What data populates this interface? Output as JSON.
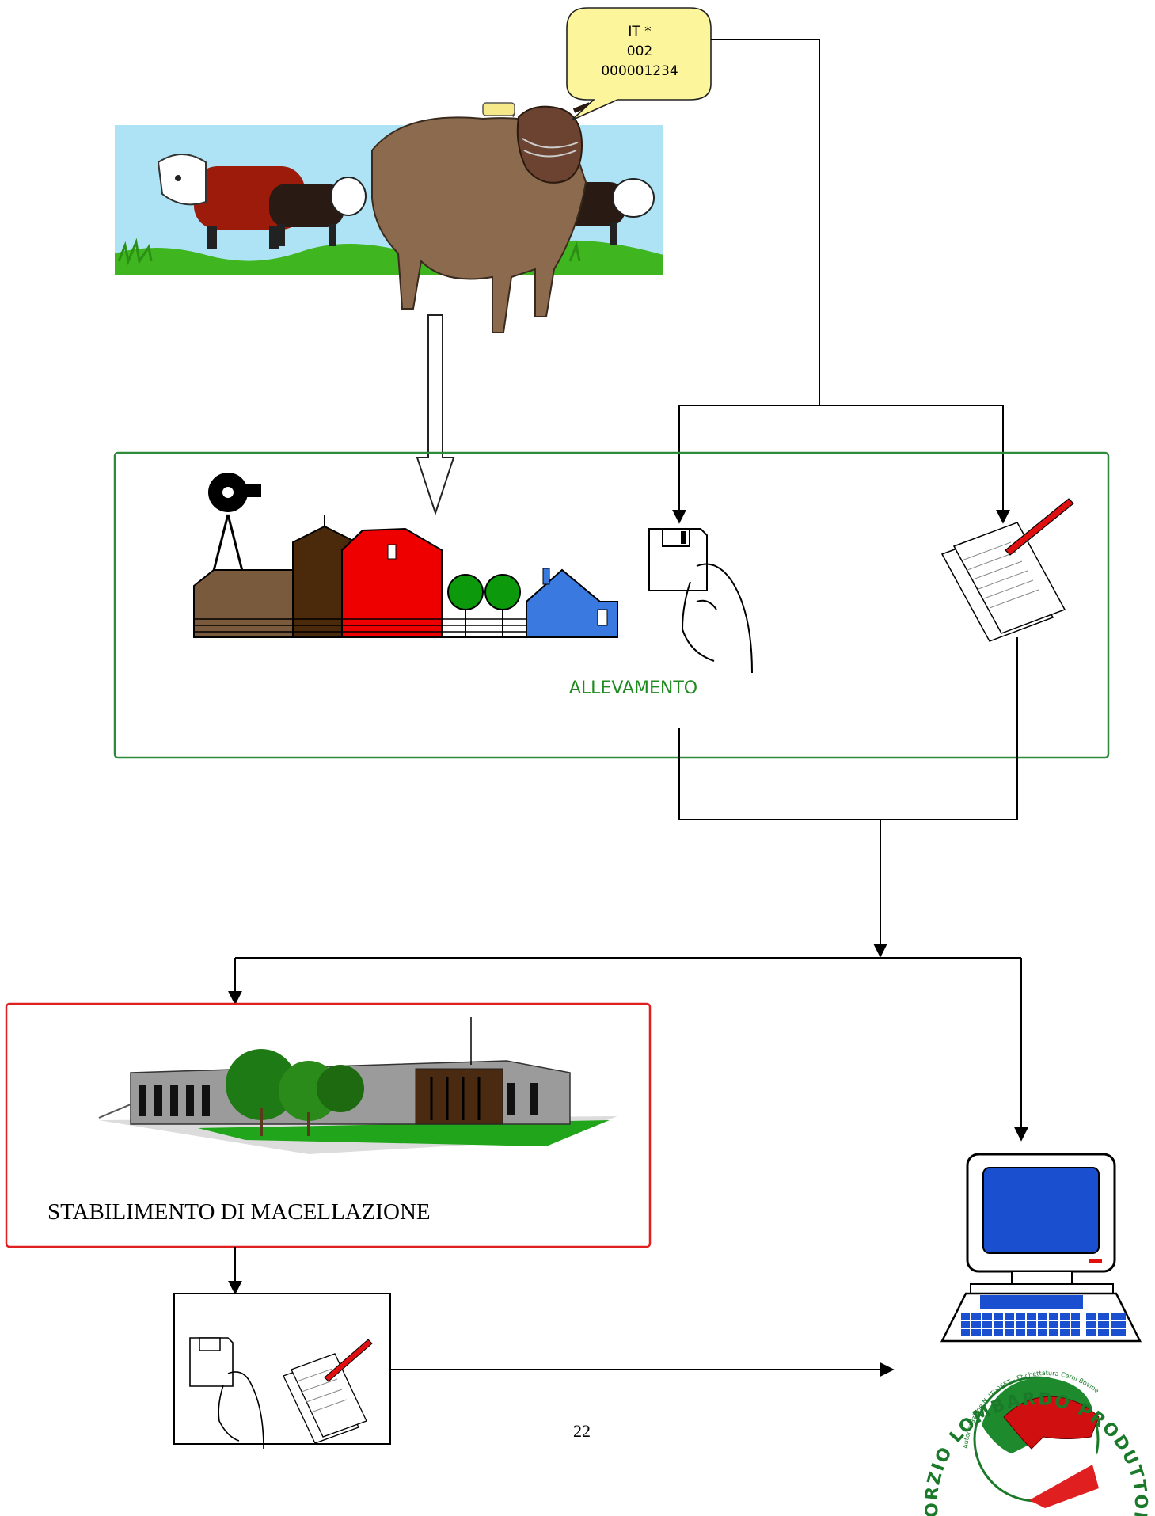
{
  "tag_bubble": {
    "line1": "IT  *",
    "line2": "002",
    "line3": "000001234"
  },
  "farm_box": {
    "label": "ALLEVAMENTO",
    "border_color": "#2e8b3c",
    "label_color": "#1f8a1f"
  },
  "slaughter_box": {
    "label": "STABILIMENTO DI MACELLAZIONE",
    "border_color": "#e02020"
  },
  "page_number": "22",
  "logo": {
    "ring_text_top": "CONSORZIO LOMBARDO PRODUTTORI CARNE BOVINA",
    "ring_text_small": "Autorizzazione N. IT006ET - Etichettatura Carni Bovine"
  },
  "icons": [
    "cow-pasture-illustration",
    "farm-illustration",
    "floppy-disk-hand-icon",
    "documents-pen-icon",
    "slaughterhouse-building-illustration",
    "computer-terminal-icon",
    "consortium-logo"
  ]
}
